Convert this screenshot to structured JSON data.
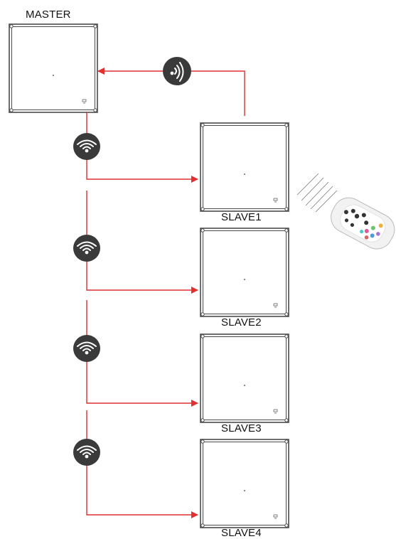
{
  "labels": {
    "master": "MASTER",
    "slave1": "SLAVE1",
    "slave2": "SLAVE2",
    "slave3": "SLAVE3",
    "slave4": "SLAVE4"
  },
  "icons": {
    "broadcast": "wireless-signal-icon",
    "feedback": "wifi-signal-icon",
    "remote": "remote-control-icon"
  },
  "colors": {
    "arrow": "#e03030",
    "icon_bg": "#3a3a3a",
    "panel_border": "#4a4a4a"
  }
}
